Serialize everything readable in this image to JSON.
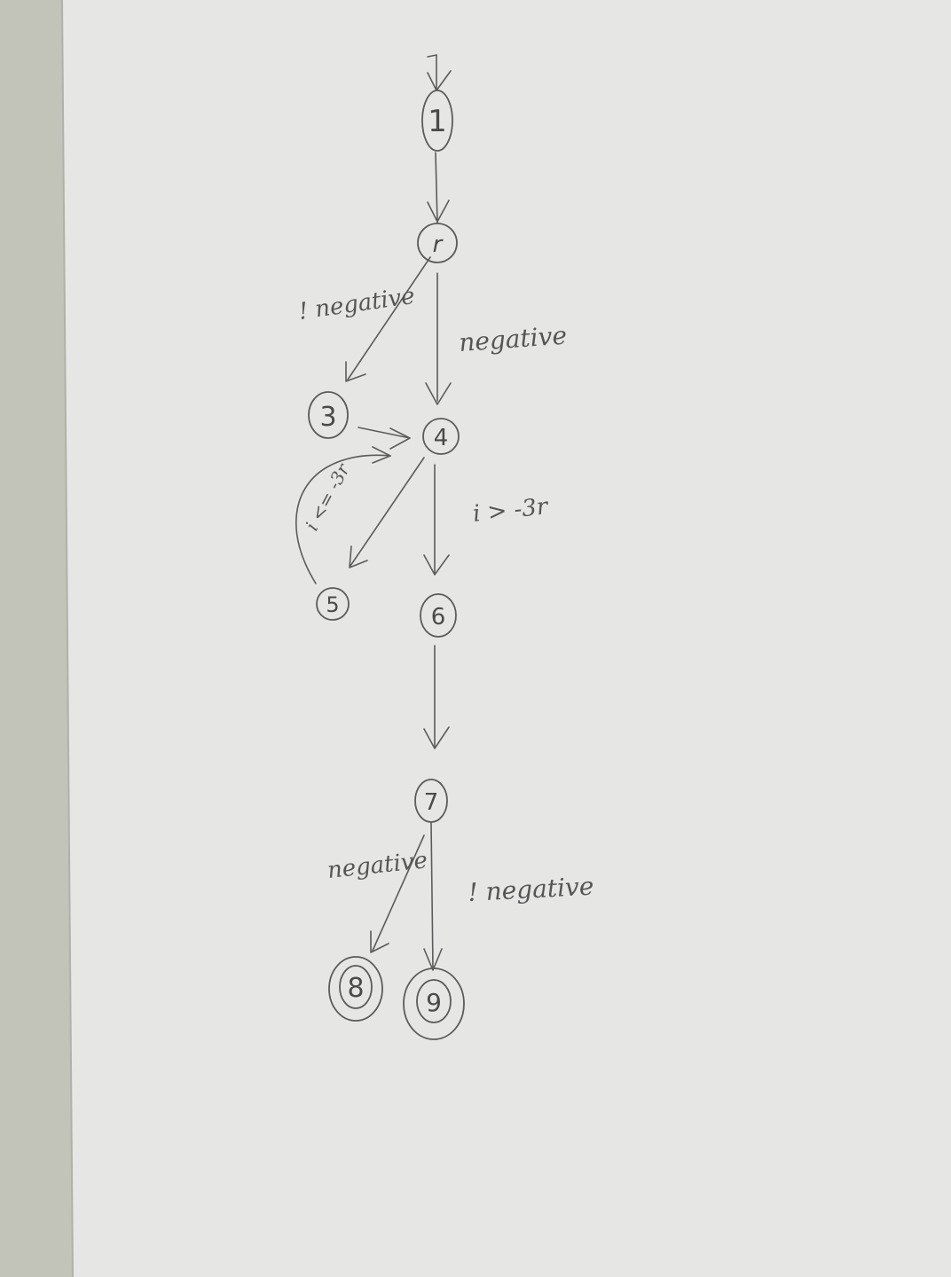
{
  "nodes": [
    {
      "id": "n1",
      "label": "1",
      "final": false
    },
    {
      "id": "n2",
      "label": "r",
      "final": false
    },
    {
      "id": "n3",
      "label": "3",
      "final": false
    },
    {
      "id": "n4",
      "label": "4",
      "final": false
    },
    {
      "id": "n5",
      "label": "5",
      "final": false
    },
    {
      "id": "n6",
      "label": "6",
      "final": false
    },
    {
      "id": "n7",
      "label": "7",
      "final": false
    },
    {
      "id": "n8",
      "label": "8",
      "final": true
    },
    {
      "id": "n9",
      "label": "9",
      "final": true
    }
  ],
  "edges": [
    {
      "id": "e-start-1",
      "from": "",
      "to": "1",
      "label": ""
    },
    {
      "id": "e-1-r",
      "from": "1",
      "to": "r",
      "label": ""
    },
    {
      "id": "e-r-3",
      "from": "r",
      "to": "3",
      "label": "! negative"
    },
    {
      "id": "e-r-4",
      "from": "r",
      "to": "4",
      "label": "negative"
    },
    {
      "id": "e-3-4",
      "from": "3",
      "to": "4",
      "label": ""
    },
    {
      "id": "e-4-5",
      "from": "4",
      "to": "5",
      "label": "i <= -3r"
    },
    {
      "id": "e-5-4",
      "from": "5",
      "to": "4",
      "label": ""
    },
    {
      "id": "e-4-6",
      "from": "4",
      "to": "6",
      "label": "i > -3r"
    },
    {
      "id": "e-6-7",
      "from": "6",
      "to": "7",
      "label": ""
    },
    {
      "id": "e-7-8",
      "from": "7",
      "to": "8",
      "label": "negative"
    },
    {
      "id": "e-7-9",
      "from": "7",
      "to": "9",
      "label": "! negative"
    }
  ]
}
